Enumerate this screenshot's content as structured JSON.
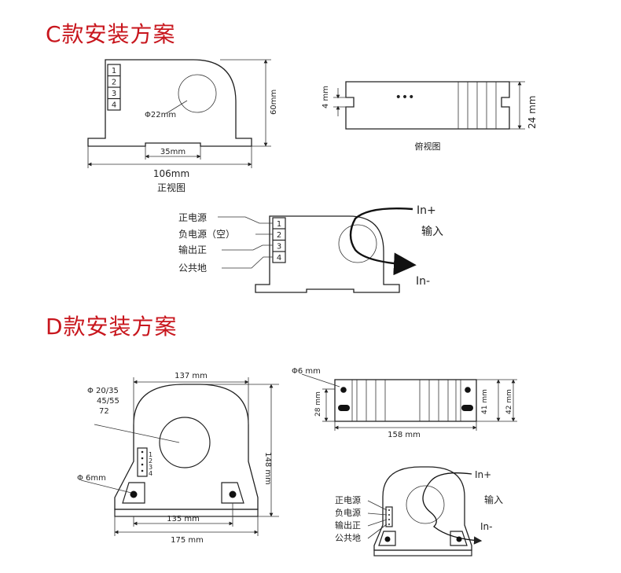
{
  "sections": {
    "c": {
      "title": "C款安装方案",
      "front": {
        "pins": [
          "1",
          "2",
          "3",
          "4"
        ],
        "hole": "Φ22mm",
        "height": "60mm",
        "base_width": "35mm",
        "width": "106mm",
        "view": "正视图"
      },
      "top": {
        "dots": "•••",
        "slot": "4 mm",
        "height": "24 mm",
        "view": "俯视图"
      },
      "wiring": {
        "pins": [
          "1",
          "2",
          "3",
          "4"
        ],
        "labels": [
          "正电源",
          "负电源（空）",
          "输出正",
          "公共地"
        ],
        "in_plus": "In+",
        "in_minus": "In-",
        "input_label": "输入"
      }
    },
    "d": {
      "title": "D款安装方案",
      "front": {
        "width_top": "137 mm",
        "hole_sizes": [
          "Φ 20/35",
          "45/55",
          "72"
        ],
        "pins": [
          "1",
          "2",
          "3",
          "4"
        ],
        "mount_hole": "Φ 6mm",
        "height": "148 mm",
        "base_inner": "135 mm",
        "base_outer": "175 mm"
      },
      "top": {
        "hole": "Φ6 mm",
        "slot": "28 mm",
        "inner_height": "41 mm",
        "outer_height": "42 mm",
        "length": "158 mm"
      },
      "wiring": {
        "labels": [
          "正电源",
          "负电源",
          "输出正",
          "公共地"
        ],
        "in_plus": "In+",
        "in_minus": "In-",
        "input_label": "输入"
      }
    }
  },
  "colors": {
    "title": "#c8161d",
    "line": "#222222"
  }
}
